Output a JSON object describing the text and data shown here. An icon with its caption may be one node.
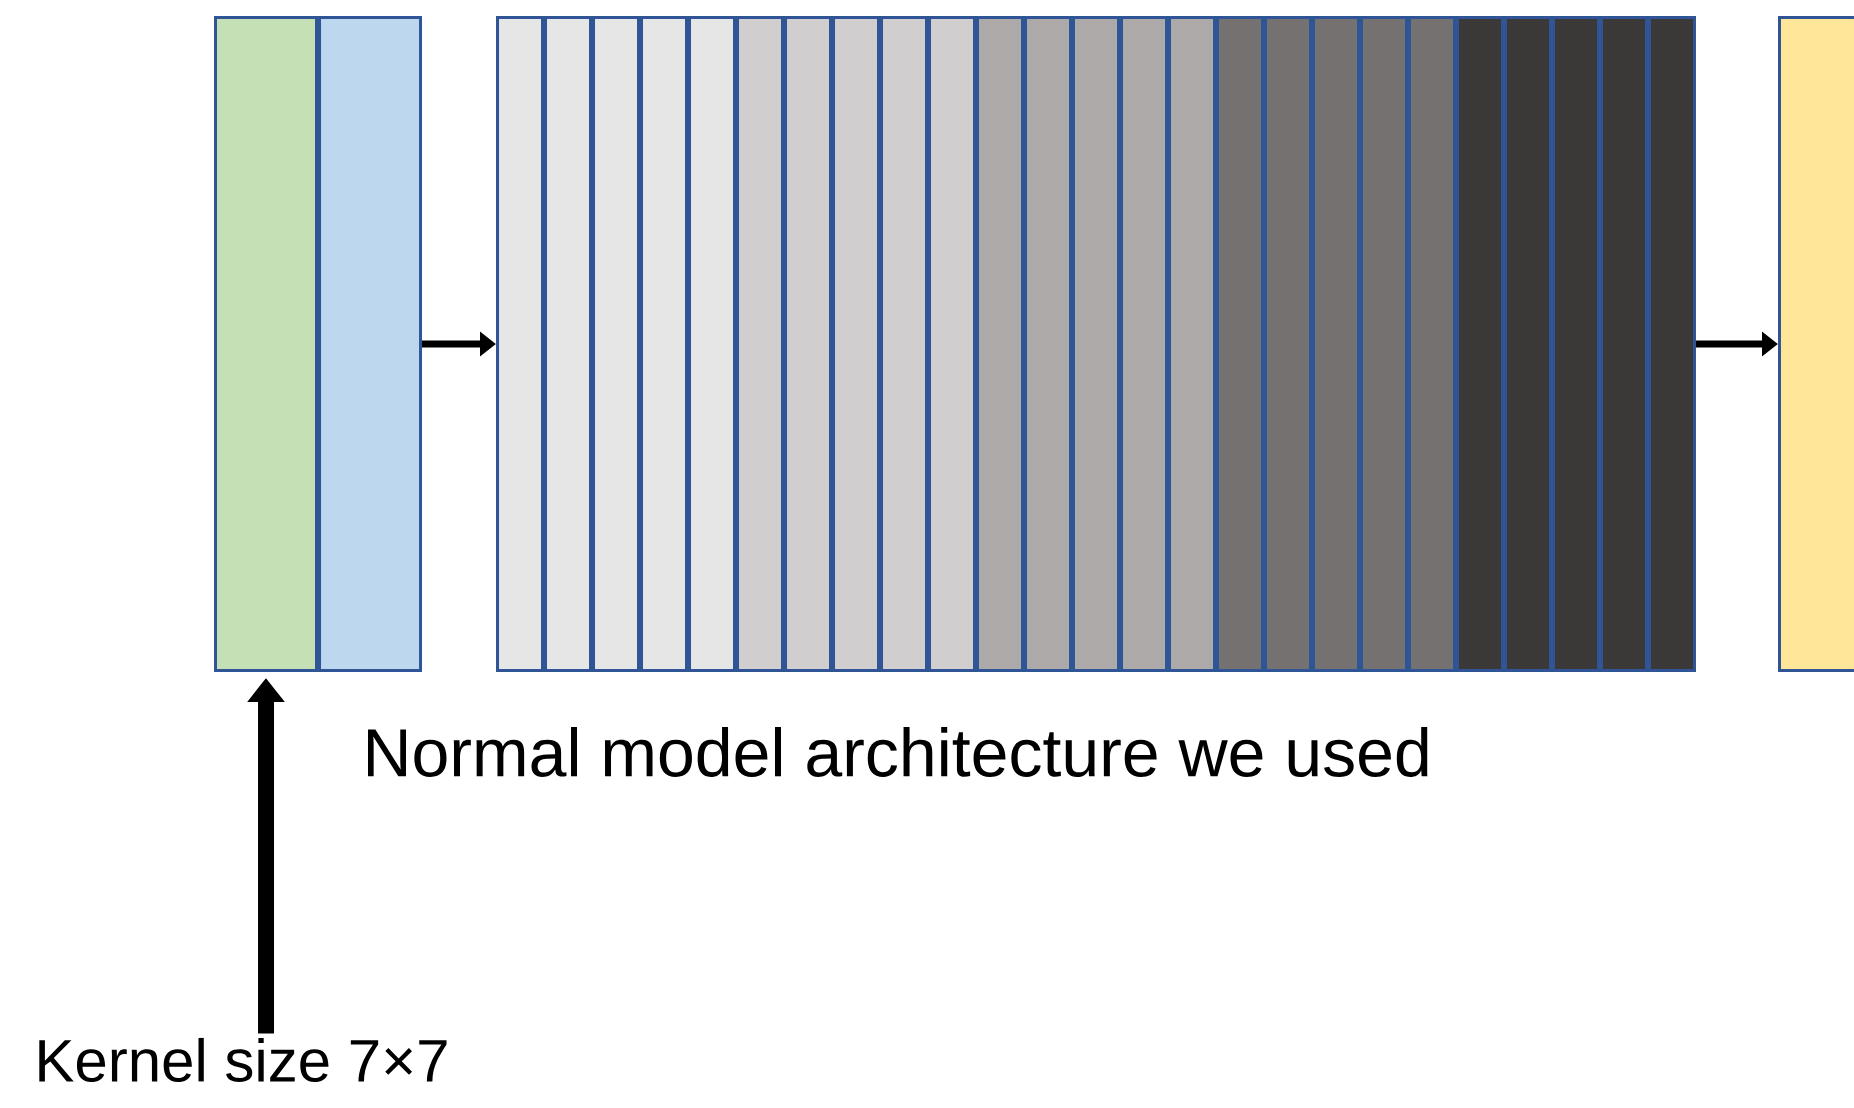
{
  "diagram": {
    "nodes": [
      {
        "text": [],
        "shape": "bar"
      },
      {
        "text": [],
        "shape": "bar"
      },
      {
        "text": [],
        "shape": "bar"
      },
      {
        "text": [],
        "shape": "bar"
      },
      {
        "text": [],
        "shape": "bar"
      },
      {
        "text": [],
        "shape": "bar"
      },
      {
        "text": [],
        "shape": "bar"
      },
      {
        "text": [],
        "shape": "bar"
      },
      {
        "text": [],
        "shape": "bar"
      },
      {
        "text": [],
        "shape": "bar"
      },
      {
        "text": [],
        "shape": "bar"
      },
      {
        "text": [],
        "shape": "bar"
      },
      {
        "text": [],
        "shape": "bar"
      },
      {
        "text": [],
        "shape": "bar"
      },
      {
        "text": [],
        "shape": "bar"
      },
      {
        "text": [],
        "shape": "bar"
      },
      {
        "text": [],
        "shape": "bar"
      },
      {
        "text": [],
        "shape": "bar"
      },
      {
        "text": [],
        "shape": "bar"
      },
      {
        "text": [],
        "shape": "bar"
      },
      {
        "text": [],
        "shape": "bar"
      },
      {
        "text": [],
        "shape": "bar"
      },
      {
        "text": [],
        "shape": "bar"
      },
      {
        "text": [],
        "shape": "bar"
      },
      {
        "text": [],
        "shape": "bar"
      },
      {
        "text": [],
        "shape": "bar"
      },
      {
        "text": [],
        "shape": "bar"
      },
      {
        "text": [],
        "shape": "bar"
      },
      {
        "text": [
          "Kernel size 7×7"
        ]
      }
    ],
    "edges": [
      {
        "from": 1,
        "to": 2,
        "arrow": "to"
      },
      {
        "from": 26,
        "to": 27,
        "arrow": "to"
      },
      {
        "from": 28,
        "to": 0,
        "arrow": "to",
        "style": "thick"
      }
    ],
    "labels": [
      "Normal model architecture we used"
    ]
  }
}
